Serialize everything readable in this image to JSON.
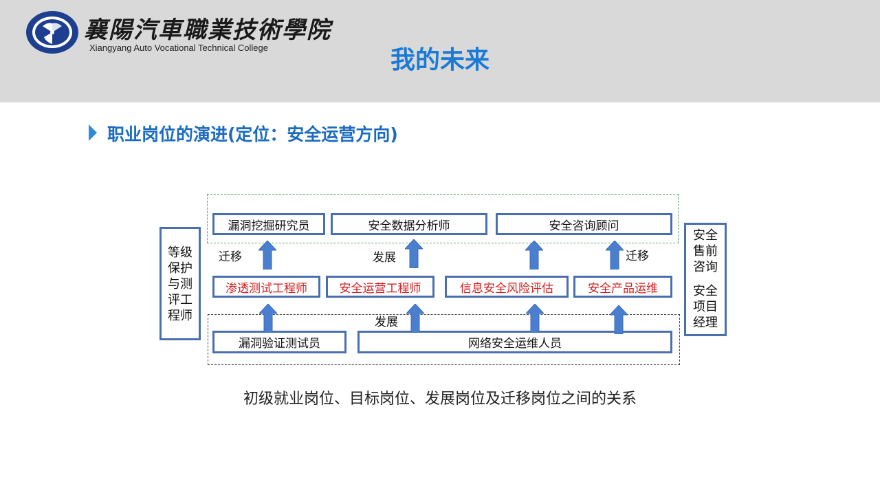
{
  "header": {
    "college_cn": "襄陽汽車職業技術學院",
    "college_en": "Xiangyang Auto Vocational Technical College",
    "title": "我的未来",
    "logo_icon": "college-logo-icon"
  },
  "subtitle": "职业岗位的演进(定位：安全运营方向)",
  "diagram": {
    "top_row": [
      "漏洞挖掘研究员",
      "安全数据分析师",
      "安全咨询顾问"
    ],
    "middle_row": [
      "渗透测试工程师",
      "安全运营工程师",
      "信息安全风险评估",
      "安全产品运维"
    ],
    "bottom_row": [
      "漏洞验证测试员",
      "网络安全运维人员"
    ],
    "left_side": [
      "等级",
      "保护",
      "与测",
      "评工",
      "程师"
    ],
    "right_side_a": [
      "安全",
      "售前",
      "咨询"
    ],
    "right_side_b": [
      "安全",
      "项目",
      "经理"
    ],
    "labels": {
      "migrate_left": "迁移",
      "develop_top": "发展",
      "migrate_right": "迁移",
      "develop_bottom": "发展"
    },
    "colors": {
      "box_border": "#4a6fae",
      "arrow": "#4a7fd0",
      "target_text": "#d01f1f"
    }
  },
  "caption": "初级就业岗位、目标岗位、发展岗位及迁移岗位之间的关系"
}
